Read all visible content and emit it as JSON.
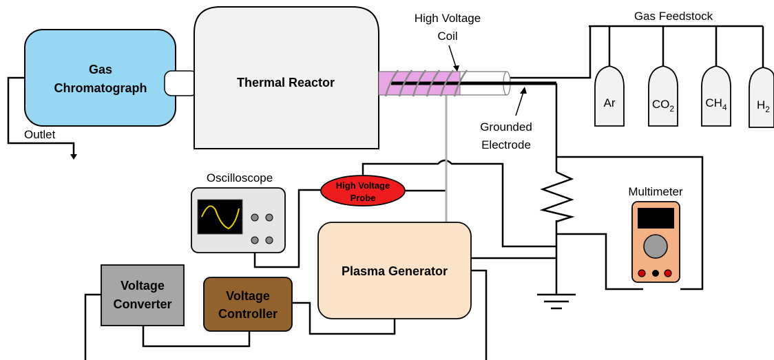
{
  "labels": {
    "gas_chromatograph_line1": "Gas",
    "gas_chromatograph_line2": "Chromatograph",
    "thermal_reactor": "Thermal Reactor",
    "hv_coil_line1": "High Voltage",
    "hv_coil_line2": "Coil",
    "gas_feedstock": "Gas Feedstock",
    "grounded_electrode_line1": "Grounded",
    "grounded_electrode_line2": "Electrode",
    "outlet": "Outlet",
    "oscilloscope": "Oscilloscope",
    "hv_probe_line1": "High Voltage",
    "hv_probe_line2": "Probe",
    "multimeter": "Multimeter",
    "plasma_generator": "Plasma Generator",
    "voltage_converter_line1": "Voltage",
    "voltage_converter_line2": "Converter",
    "voltage_controller_line1": "Voltage",
    "voltage_controller_line2": "Controller"
  },
  "gases": [
    {
      "symbol": "Ar",
      "subscript": ""
    },
    {
      "symbol": "CO",
      "subscript": "2"
    },
    {
      "symbol": "CH",
      "subscript": "4"
    },
    {
      "symbol": "H",
      "subscript": "2"
    }
  ],
  "colors": {
    "gas_chromatograph": "#97d9f5",
    "thermal_reactor": "#f2f2f2",
    "plasma_region": "#e8a6e6",
    "hv_probe": "#ee1c1c",
    "plasma_generator": "#fbe4c8",
    "voltage_converter": "#a6a6a6",
    "voltage_controller": "#93632e",
    "multimeter_body": "#f4b183",
    "oscilloscope_body": "#e6e6e6",
    "oscilloscope_wave": "#e6d200",
    "multimeter_jack_red": "#d60000"
  }
}
